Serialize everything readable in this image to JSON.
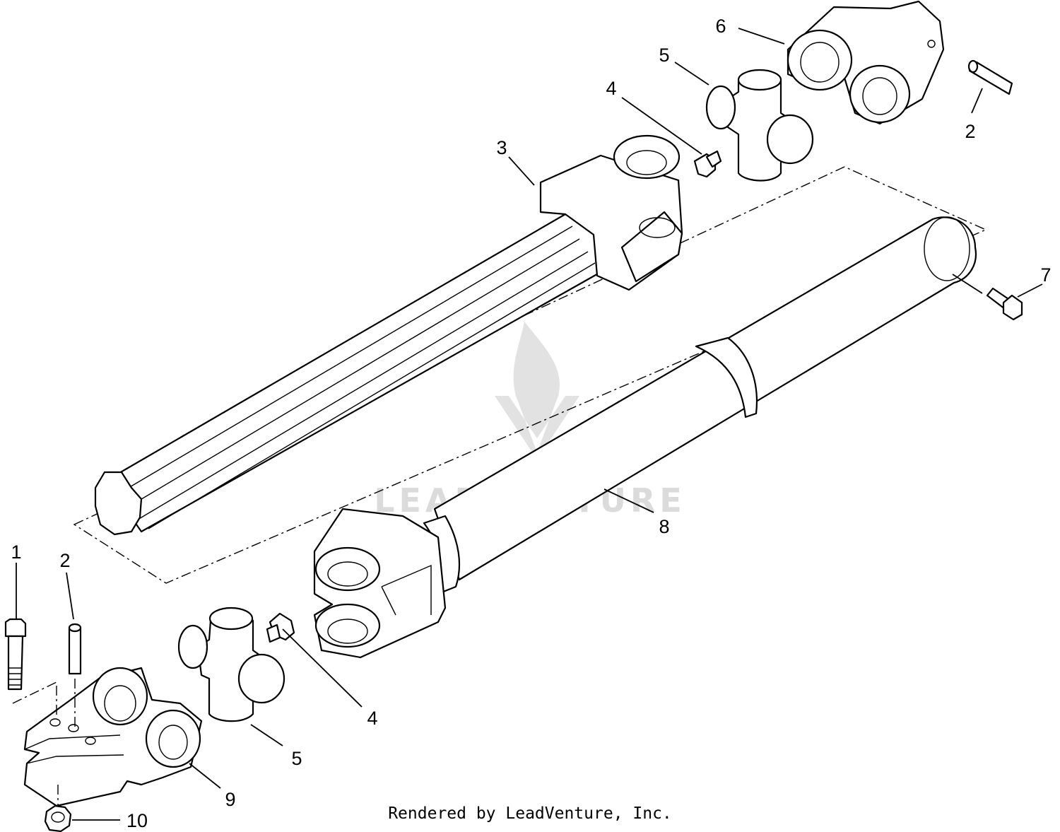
{
  "callouts": {
    "c1": "1",
    "c2_top": "2",
    "c2_bottom": "2",
    "c3": "3",
    "c4_top": "4",
    "c4_bottom": "4",
    "c5_top": "5",
    "c5_bottom": "5",
    "c6": "6",
    "c7": "7",
    "c8": "8",
    "c9": "9",
    "c10": "10"
  },
  "watermark": {
    "text": "LEADVENTURE"
  },
  "credit": "Rendered by LeadVenture, Inc."
}
